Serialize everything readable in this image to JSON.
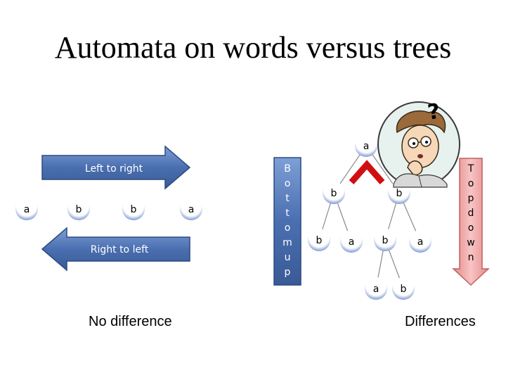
{
  "title": "Automata on words versus trees",
  "words": {
    "left_to_right_label": "Left to right",
    "right_to_left_label": "Right to left",
    "letters": [
      "a",
      "b",
      "b",
      "a"
    ],
    "caption": "No difference"
  },
  "trees": {
    "bottom_up_label": "Bottomup",
    "top_down_label": "Topdown",
    "root": "a",
    "level1": [
      "b",
      "b"
    ],
    "level2": [
      "b",
      "a",
      "b",
      "a"
    ],
    "level3": [
      "a",
      "b"
    ],
    "caption": "Differences",
    "question_mark": "?"
  },
  "colors": {
    "arrow_fill": "#4a6fb0",
    "arrow_stroke": "#2c4a80",
    "node_fill": "#4a6fb0",
    "topdown_fill": "#f4b0b0",
    "topdown_stroke": "#c06060",
    "wedge_color": "#d01010"
  }
}
